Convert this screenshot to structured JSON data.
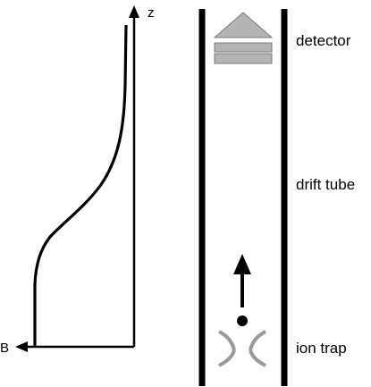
{
  "axes": {
    "vertical_label": "z",
    "horizontal_label": "B"
  },
  "labels": {
    "detector": "detector",
    "drift_tube": "drift tube",
    "ion_trap": "ion trap"
  },
  "colors": {
    "ink": "#000000",
    "detector_fill": "#b4b4b4",
    "trap_electrodes": "#999999"
  }
}
